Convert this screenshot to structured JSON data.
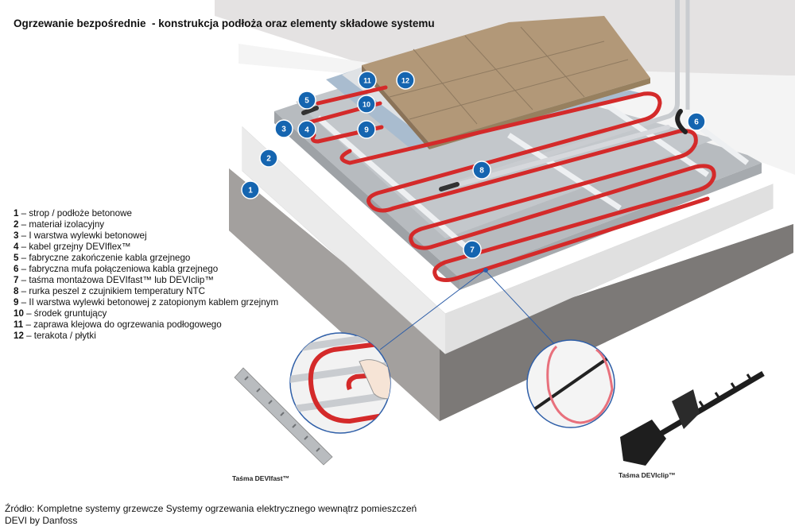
{
  "title": "Ogrzewanie bezpośrednie  - konstrukcja podłoża oraz elementy składowe systemu",
  "legend": [
    {
      "num": "1",
      "text": " – strop / podłoże betonowe"
    },
    {
      "num": "2",
      "text": " – materiał izolacyjny"
    },
    {
      "num": "3",
      "text": " – I warstwa wylewki betonowej"
    },
    {
      "num": "4",
      "text": " – kabel grzejny DEVIflex™"
    },
    {
      "num": "5",
      "text": " – fabryczne zakończenie kabla grzejnego"
    },
    {
      "num": "6",
      "text": " – fabryczna mufa połączeniowa kabla grzejnego"
    },
    {
      "num": "7",
      "text": " – taśma montażowa DEVIfast™ lub DEVIclip™"
    },
    {
      "num": "8",
      "text": " – rurka peszel z czujnikiem temperatury NTC"
    },
    {
      "num": "9",
      "text": " – II warstwa wylewki betonowej z zatopionym kablem grzejnym"
    },
    {
      "num": "10",
      "text": " – środek gruntujący"
    },
    {
      "num": "11",
      "text": " – zaprawa klejowa do ogrzewania podłogowego"
    },
    {
      "num": "12",
      "text": " – terakota / płytki"
    }
  ],
  "markers": [
    "1",
    "2",
    "3",
    "4",
    "5",
    "6",
    "7",
    "8",
    "9",
    "10",
    "11",
    "12"
  ],
  "captions": {
    "devifast": "Taśma DEVIfast™",
    "deviclip": "Taśma DEVIclip™"
  },
  "source": {
    "line1": "Źródło: Kompletne systemy grzewcze Systemy ogrzewania elektrycznego wewnątrz pomieszczeń",
    "line2": "DEVI by Danfoss"
  },
  "colors": {
    "marker": "#1565b0",
    "cable": "#d42a2a",
    "concrete": "#9b9896",
    "insulation": "#f2f2f2",
    "screed": "#b8bcc0",
    "tile": "#b59b7c",
    "primer": "#9fb4c8"
  }
}
